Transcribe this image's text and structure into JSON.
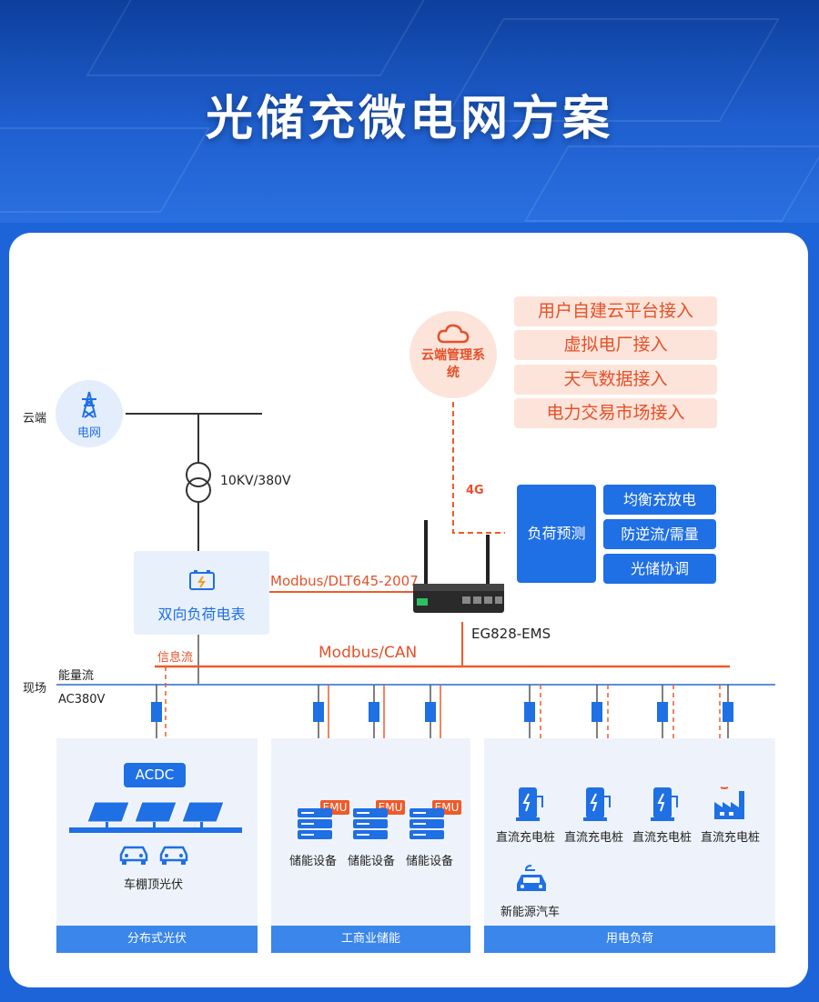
{
  "title": "光储充微电网方案",
  "cloud": {
    "label": "云端管理系统"
  },
  "services": [
    "用户自建云平台接入",
    "虚拟电厂接入",
    "天气数据接入",
    "电力交易市场接入"
  ],
  "grid": {
    "region_label": "云端",
    "label": "电网"
  },
  "transformer_label": "10KV/380V",
  "link_4g": "4G",
  "forecast": {
    "label": "负荷预测",
    "items": [
      "均衡充放电",
      "防逆流/需量",
      "光储协调"
    ]
  },
  "meter": {
    "label": "双向负荷电表"
  },
  "protocol_meter": "Modbus/DLT645-2007",
  "gateway_label": "EG828-EMS",
  "bus": {
    "info_label": "信息流",
    "protocol": "Modbus/CAN",
    "energy_label": "能量流",
    "site_label": "现场",
    "voltage_label": "AC380V"
  },
  "pv": {
    "acdc": "ACDC",
    "caption": "车棚顶光伏",
    "footer": "分布式光伏"
  },
  "storage": {
    "emu": "EMU",
    "device_label": "储能设备",
    "footer": "工商业储能"
  },
  "load": {
    "pile_label": "直流充电桩",
    "ev_label": "新能源汽车",
    "footer": "用电负荷"
  },
  "colors": {
    "accent_blue": "#1f6fe5",
    "accent_orange": "#ef5a2b",
    "pill_bg": "#fde4da"
  }
}
